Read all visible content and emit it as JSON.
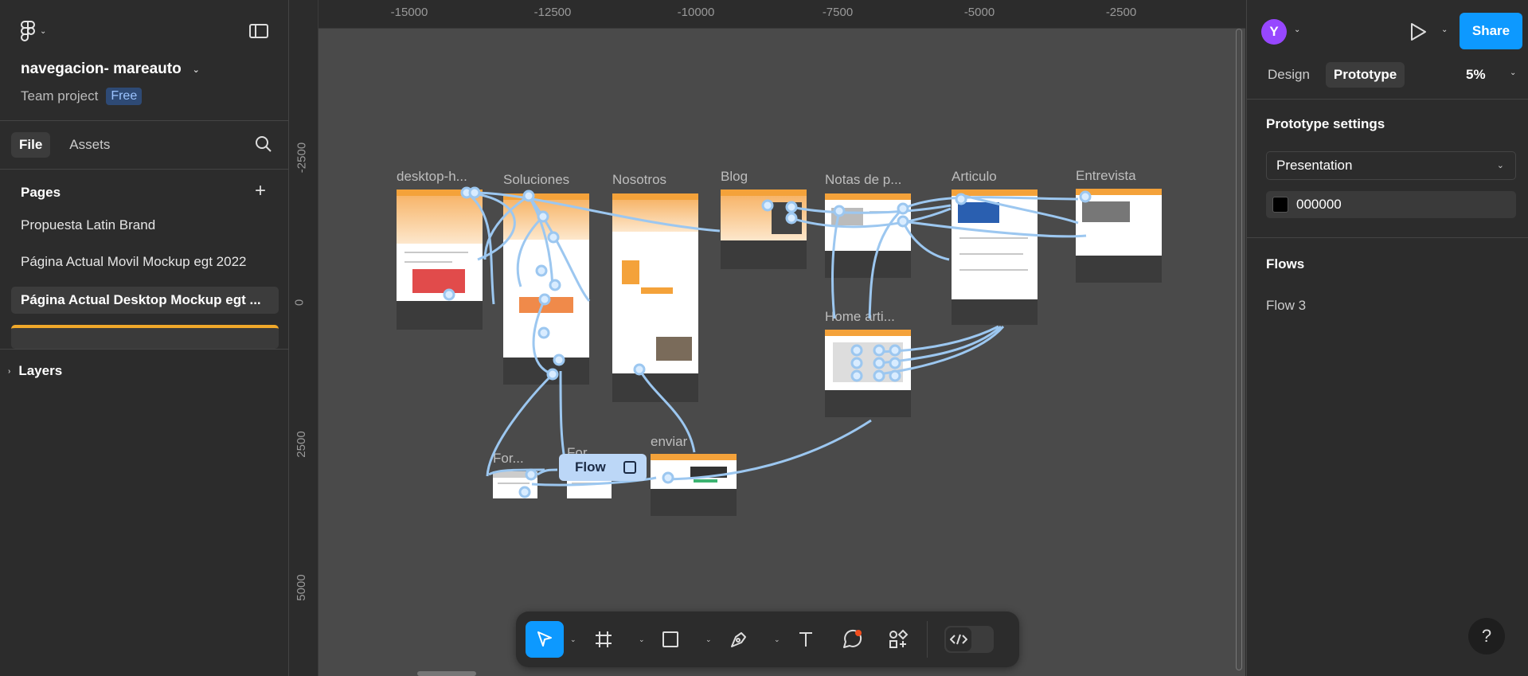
{
  "left": {
    "project_name": "navegacion- mareauto",
    "team": "Team project",
    "plan_badge": "Free",
    "tabs": [
      "File",
      "Assets"
    ],
    "pages_title": "Pages",
    "pages": [
      "Propuesta Latin Brand",
      "Página Actual Movil Mockup egt 2022",
      "Página Actual Desktop Mockup egt ..."
    ],
    "layers_title": "Layers"
  },
  "canvas": {
    "ruler_x": [
      "-15000",
      "-12500",
      "-10000",
      "-7500",
      "-5000",
      "-2500"
    ],
    "ruler_y": [
      "-2500",
      "0",
      "2500",
      "5000"
    ],
    "frames": [
      "desktop-h...",
      "Soluciones",
      "Nosotros",
      "Blog",
      "Notas de p...",
      "Articulo",
      "Entrevista",
      "Home arti...",
      "For...",
      "For",
      "enviar"
    ],
    "flow_label": "Flow"
  },
  "right": {
    "avatar_initial": "Y",
    "share_label": "Share",
    "tabs": [
      "Design",
      "Prototype"
    ],
    "zoom": "5%",
    "settings_title": "Prototype settings",
    "device": "Presentation",
    "bg_color": "000000",
    "flows_title": "Flows",
    "flows": [
      "Flow 3"
    ]
  },
  "colors": {
    "accent": "#0d99ff",
    "connector": "#9cc7f0",
    "frame_orange": "#f4a23a",
    "avatar": "#9747ff"
  }
}
